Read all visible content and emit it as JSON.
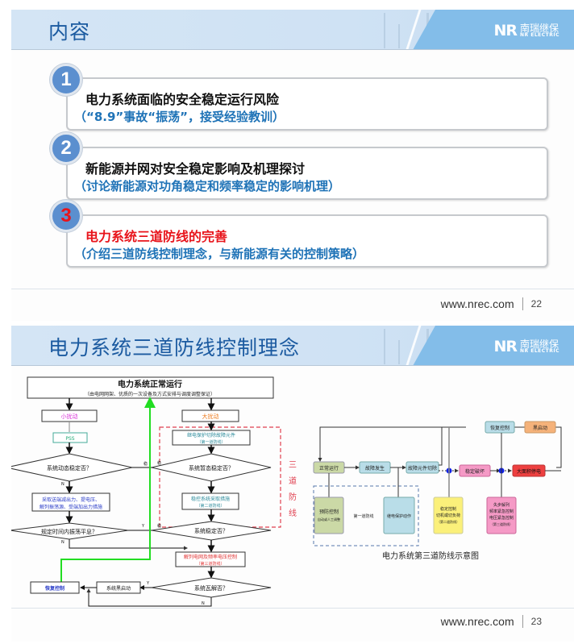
{
  "slides": [
    {
      "title": "内容",
      "logo": {
        "mark": "NR",
        "cn": "南瑞继保",
        "en": "NR ELECTRIC"
      },
      "items": [
        {
          "num": "1",
          "main": "电力系统面临的安全稳定运行风险",
          "sub": "（“8.9”事故“振荡”，接受经验教训）",
          "active": false
        },
        {
          "num": "2",
          "main": "新能源并网对安全稳定影响及机理探讨",
          "sub": "（讨论新能源对功角稳定和频率稳定的影响机理）",
          "active": false
        },
        {
          "num": "3",
          "main": "电力系统三道防线的完善",
          "sub": "（介绍三道防线控制理念，与新能源有关的控制策略）",
          "active": true
        }
      ],
      "footer": {
        "url": "www.nrec.com",
        "page": "22"
      }
    },
    {
      "title": "电力系统三道防线控制理念",
      "logo": {
        "mark": "NR",
        "cn": "南瑞继保",
        "en": "NR ELECTRIC"
      },
      "flowchart": {
        "top_title": "电力系统正常运行",
        "top_sub": "（由电网网架、优质的一次设备及方式安排与调度调整保证）",
        "small_dist": "小扰动",
        "pss": "PSS",
        "dyn_stable_q": "系统动态稳定否？",
        "left_action": "采取送端减出力、提电压、解列振荡源、受端加出力措施",
        "left_action_l1": "采取送端减出力、提电压、",
        "left_action_l2": "解列振荡源、受端加出力措施",
        "osc_q": "规定时间内振荡平息？",
        "big_dist": "大扰动",
        "relay": "继电保护切除故障元件",
        "relay_sub": "（第一道防线）",
        "transient_q": "系统暂态稳定否？",
        "stab_ctrl": "稳控系统采取措施",
        "stab_ctrl_sub": "（第二道防线）",
        "sys_stable_q": "系统稳定否？",
        "split_ctrl": "解列电网及频率电压控制",
        "split_ctrl_sub": "（第三道防线）",
        "collapse_q": "系统瓦解否？",
        "black_start": "系统黑启动",
        "restore": "恢复控制",
        "three_lines": [
          "三",
          "道",
          "防",
          "线"
        ],
        "lbl_stable": "稳",
        "lbl_n": "N",
        "lbl_y": "Y"
      },
      "diagram": {
        "normal": "正常运行",
        "fault": "故障发生",
        "cut": "故障元件切除",
        "unstable": "稳定破坏",
        "blackout": "大面积停电",
        "restore": "恢复控制",
        "black_start": "黑启动",
        "prevent": "预防控制",
        "prevent_sub": "自动或人工调整",
        "first_line": "第一道防线",
        "relay": "继电保护动作",
        "stab_l1": "稳定控制",
        "stab_l2": "切机或切负荷",
        "stab_l3": "（第二道防线）",
        "emg_l1": "失步解列",
        "emg_l2": "频率紧急控制",
        "emg_l3": "电压紧急控制",
        "emg_l4": "（第三道防线）",
        "caption": "电力系统第三道防线示意图"
      },
      "footer": {
        "url": "www.nrec.com",
        "page": "23"
      }
    }
  ],
  "colors": {
    "accent_blue": "#1f73b7",
    "active_red": "#e8141b",
    "header_bg": "#d4e5f5",
    "logo_bg": "#83bde9"
  }
}
